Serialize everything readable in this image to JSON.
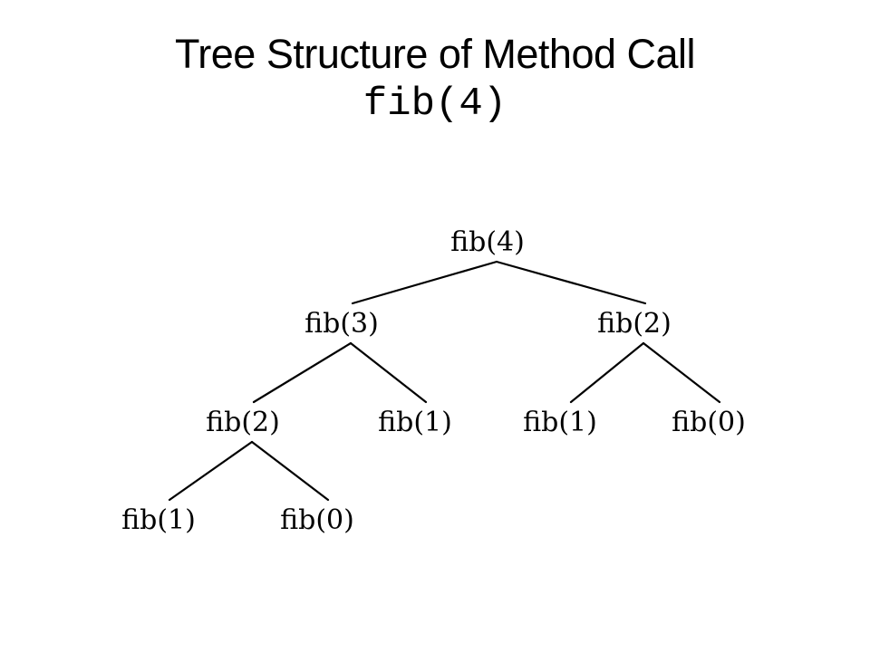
{
  "title": {
    "line1": "Tree Structure of Method Call",
    "line2": "fib(4)"
  },
  "tree": {
    "nodes": [
      {
        "id": "n4",
        "label": "fib(4)"
      },
      {
        "id": "n3",
        "label": "fib(3)"
      },
      {
        "id": "n2a",
        "label": "fib(2)"
      },
      {
        "id": "n2b",
        "label": "fib(2)"
      },
      {
        "id": "n1a",
        "label": "fib(1)"
      },
      {
        "id": "n1b",
        "label": "fib(1)"
      },
      {
        "id": "n0a",
        "label": "fib(0)"
      },
      {
        "id": "n1c",
        "label": "fib(1)"
      },
      {
        "id": "n0b",
        "label": "fib(0)"
      }
    ],
    "edges": [
      [
        "n4",
        "n3"
      ],
      [
        "n4",
        "n2a"
      ],
      [
        "n3",
        "n2b"
      ],
      [
        "n3",
        "n1a"
      ],
      [
        "n2a",
        "n1b"
      ],
      [
        "n2a",
        "n0a"
      ],
      [
        "n2b",
        "n1c"
      ],
      [
        "n2b",
        "n0b"
      ]
    ]
  }
}
